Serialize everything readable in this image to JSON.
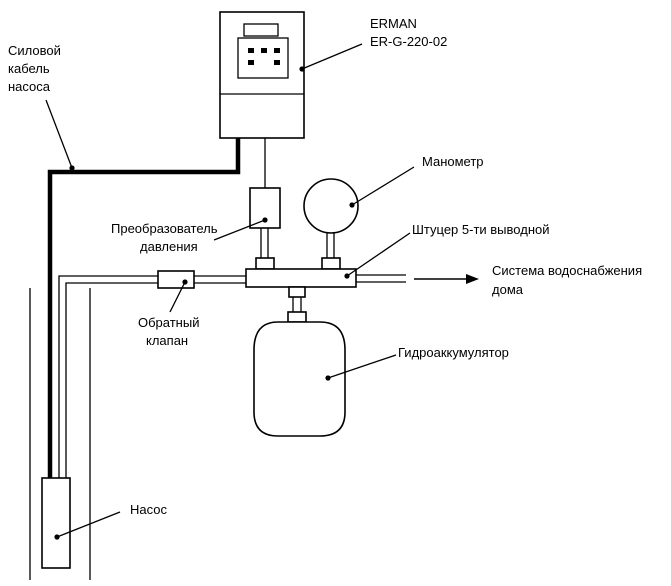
{
  "labels": {
    "cable_line1": "Силовой",
    "cable_line2": "кабель",
    "cable_line3": "насоса",
    "controller_brand": "ERMAN",
    "controller_model": "ER-G-220-02",
    "manometer": "Манометр",
    "transducer_line1": "Преобразователь",
    "transducer_line2": "давления",
    "fitting": "Штуцер 5-ти выводной",
    "supply_line1": "Система водоснабжения",
    "supply_line2": "дома",
    "check_valve_line1": "Обратный",
    "check_valve_line2": "клапан",
    "accumulator": "Гидроаккумулятор",
    "pump": "Насос"
  }
}
